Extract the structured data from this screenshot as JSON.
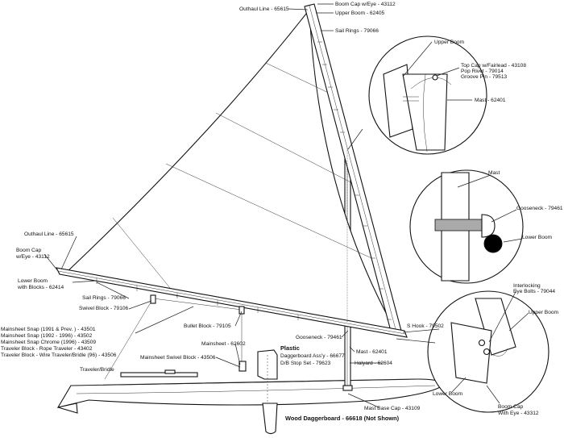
{
  "diagram": {
    "callouts": {
      "outhaul_top": "Outhaul Line - 65615",
      "boom_cap_top": "Boom Cap w/Eye - 43112",
      "upper_boom_top": "Upper Boom - 62405",
      "sail_rings_top": "Sail Rings - 79066",
      "outhaul_left": "Outhaul Line - 65615",
      "boom_cap_left_1": "Boom Cap",
      "boom_cap_left_2": "w/Eye - 43112",
      "lower_boom_1": "Lower Boom",
      "lower_boom_2": "with Blocks - 62414",
      "sail_rings_left": "Sail Rings - 79066",
      "swivel_block": "Swivel Block - 79106",
      "mainsheet_snap_1": "Mainsheet Snap (1991 & Prev. ) - 43501",
      "mainsheet_snap_2": "Mainsheet Snap (1992 - 1996) - 43502",
      "mainsheet_snap_3": "Mainsheet Snap Chrome (1996) - 43509",
      "traveler_rope": "Traveler Block - Rope Traveler - 43402",
      "traveler_wire": "Traveler Block - Wire Traveler/Bridle (96) - 43506",
      "traveler_bridle": "Traveler/Bridle",
      "bullet_block": "Bullet Block - 79105",
      "mainsheet": "Mainsheet - 62602",
      "mainsheet_swivel": "Mainsheet Swivel Block - 43506",
      "plastic": "Plastic",
      "daggerboard": "Daggerboard Ass'y - 66677",
      "db_stop": "D/B Stop Set - 79623",
      "gooseneck_main": "Gooseneck - 79461",
      "mast_main": "Mast - 62401",
      "halyard": "Halyard - 62604",
      "mast_base": "Mast Base Cap - 43109",
      "wood_daggerboard": "Wood Daggerboard - 66618 (Not Shown)",
      "s_hook": "S Hook - 79502"
    },
    "detail_top": {
      "upper_boom": "Upper Boom",
      "top_cap": "Top Cap w/Fairlead - 43108",
      "pop_rivet": "Pop Rivet - 79014",
      "groove_pin": "Groove Pin - 79513",
      "mast": "Mast - 62401"
    },
    "detail_mid": {
      "mast": "Mast",
      "gooseneck": "Gooseneck - 79461",
      "lower_boom": "Lower Boom"
    },
    "detail_bottom": {
      "interlocking_1": "Interlocking",
      "interlocking_2": "Eye Bolts - 79044",
      "upper_boom": "Upper Boom",
      "lower_boom": "Lower Boom",
      "boom_cap_1": "Boom Cap",
      "boom_cap_2": "With Eye - 43312"
    }
  }
}
